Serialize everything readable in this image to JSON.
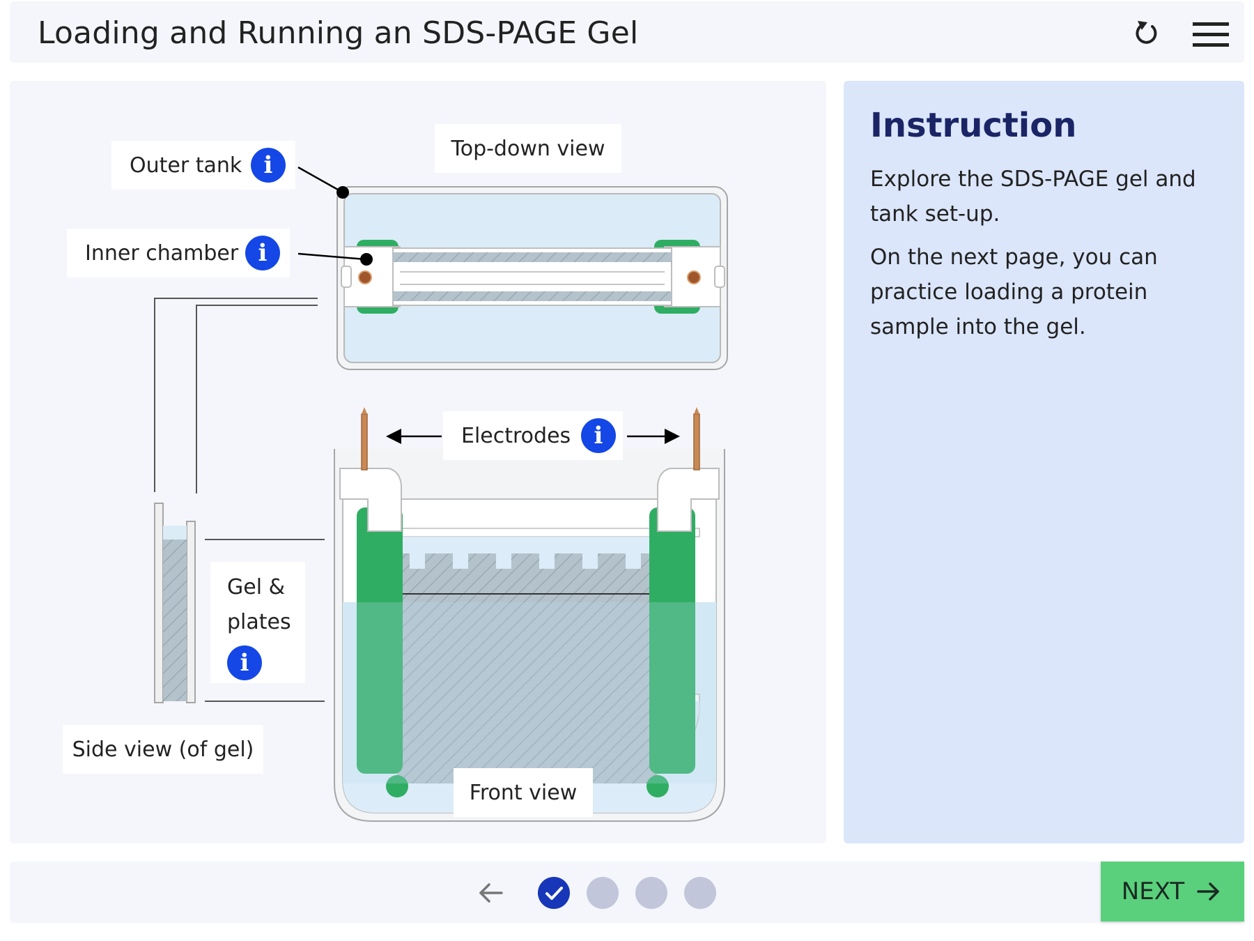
{
  "header": {
    "title": "Loading and Running an SDS-PAGE Gel",
    "reset_icon": "reset-icon",
    "menu_icon": "hamburger-menu-icon"
  },
  "diagram": {
    "labels": {
      "outer_tank": "Outer tank",
      "inner_chamber": "Inner chamber",
      "top_view": "Top-down view",
      "electrodes": "Electrodes",
      "gel_plates_line1": "Gel &",
      "gel_plates_line2": "plates",
      "side_view": "Side view (of gel)",
      "front_view": "Front view"
    },
    "info_glyph": "i"
  },
  "instruction": {
    "heading": "Instruction",
    "paragraph1": "Explore the SDS-PAGE gel and tank set-up.",
    "paragraph2": "On the next page, you can practice loading a protein sample into the gel."
  },
  "footer": {
    "back_icon": "back-arrow-icon",
    "steps": [
      {
        "state": "completed"
      },
      {
        "state": "pending"
      },
      {
        "state": "pending"
      },
      {
        "state": "pending"
      }
    ],
    "next_label": "NEXT",
    "next_icon": "arrow-right-icon"
  },
  "colors": {
    "accent": "#1447e6",
    "step_completed": "#1737b8",
    "next_button": "#5ad07c",
    "panel": "#dbe6fb",
    "clamp_green": "#2fae63"
  }
}
